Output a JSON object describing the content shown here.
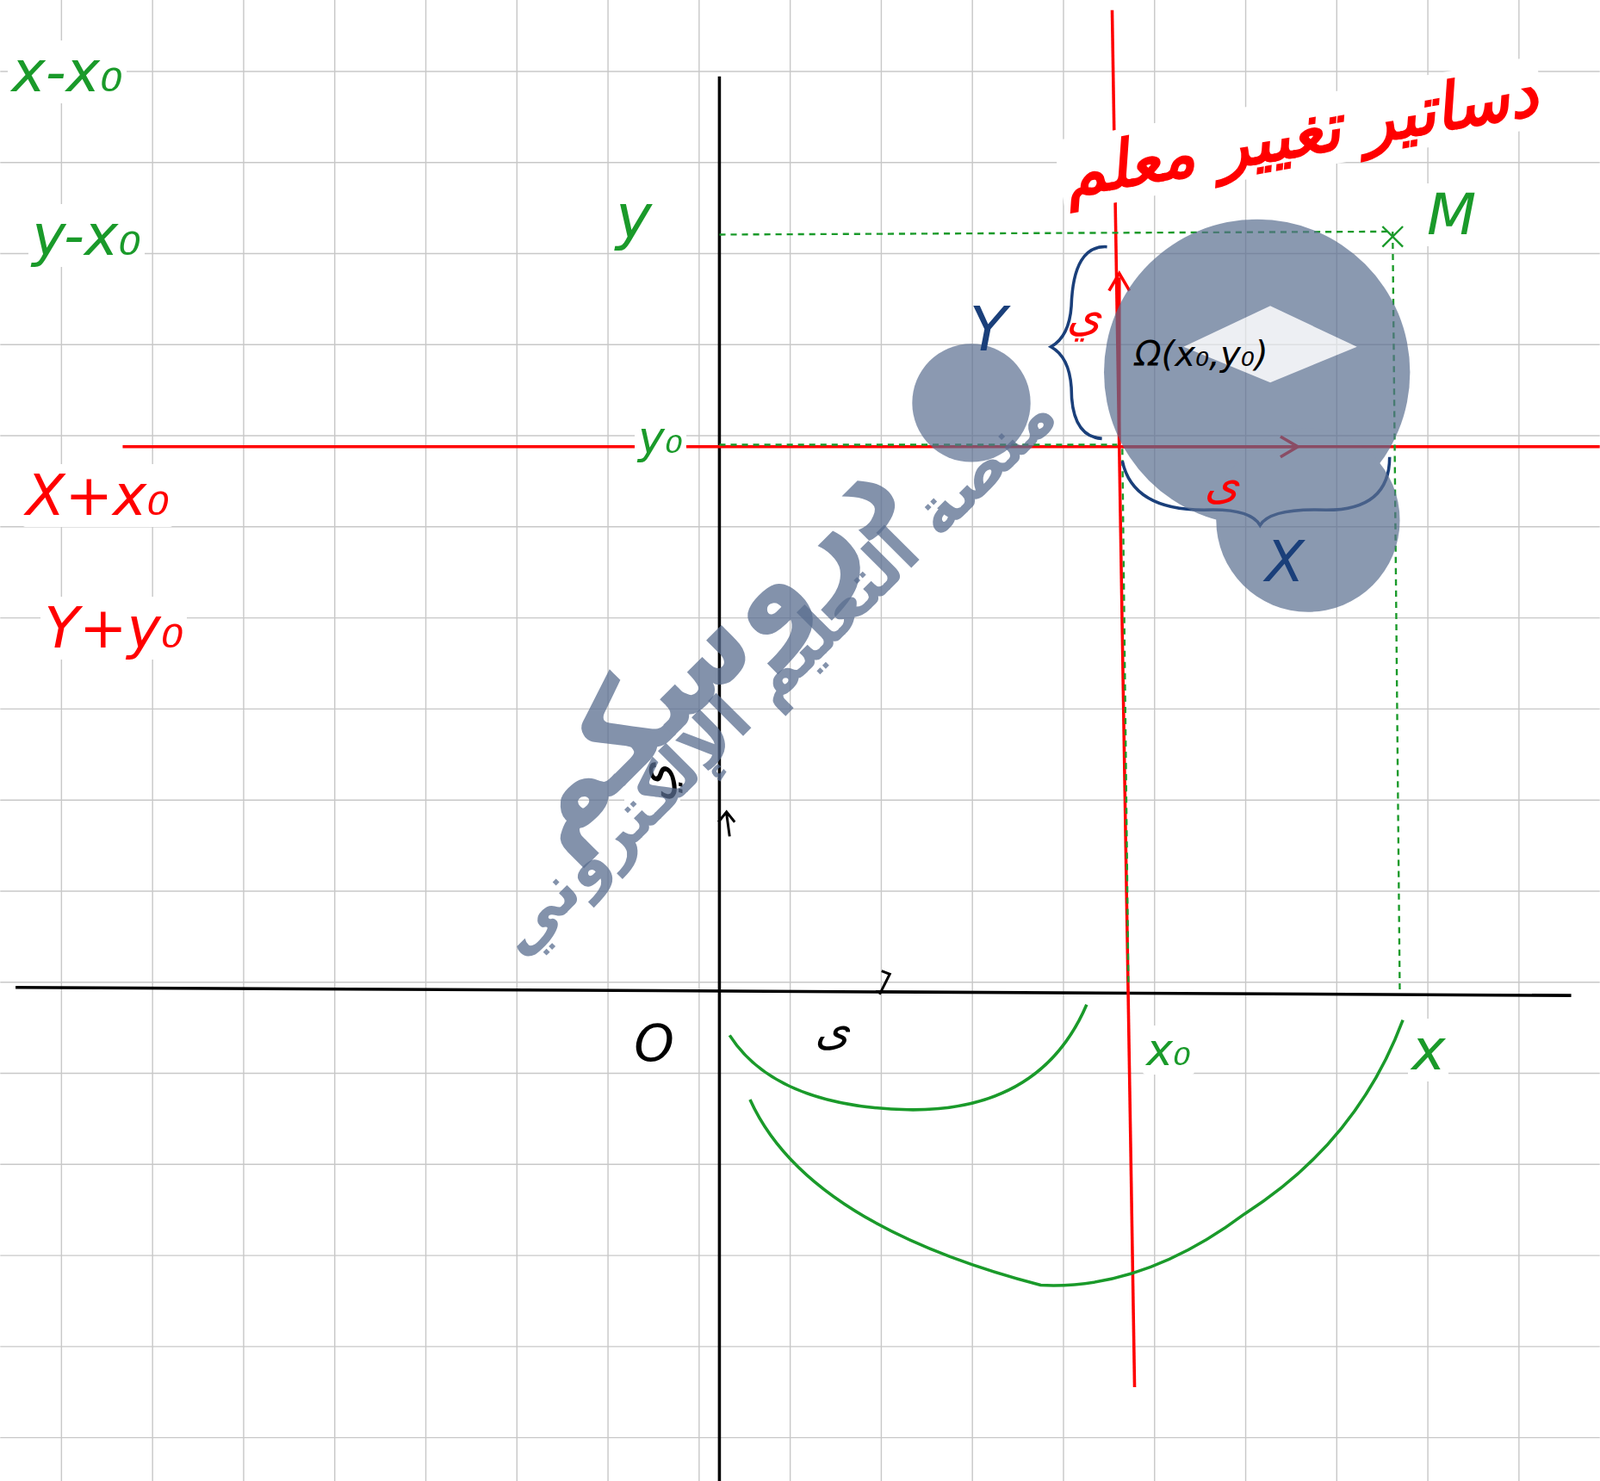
{
  "diagram": {
    "title": "دساتير تغيير معلم",
    "labels": [
      "x-x₀",
      "y-x₀",
      "X+x₀",
      "Y+y₀",
      "y",
      "y₀",
      "M",
      "Ω(x₀,y₀)",
      "Y",
      "X",
      "x₀",
      "x",
      "O",
      "ي",
      "ى",
      "ي",
      "ى",
      "دروسكم",
      "منصة التعليم الإلكتروني"
    ]
  }
}
